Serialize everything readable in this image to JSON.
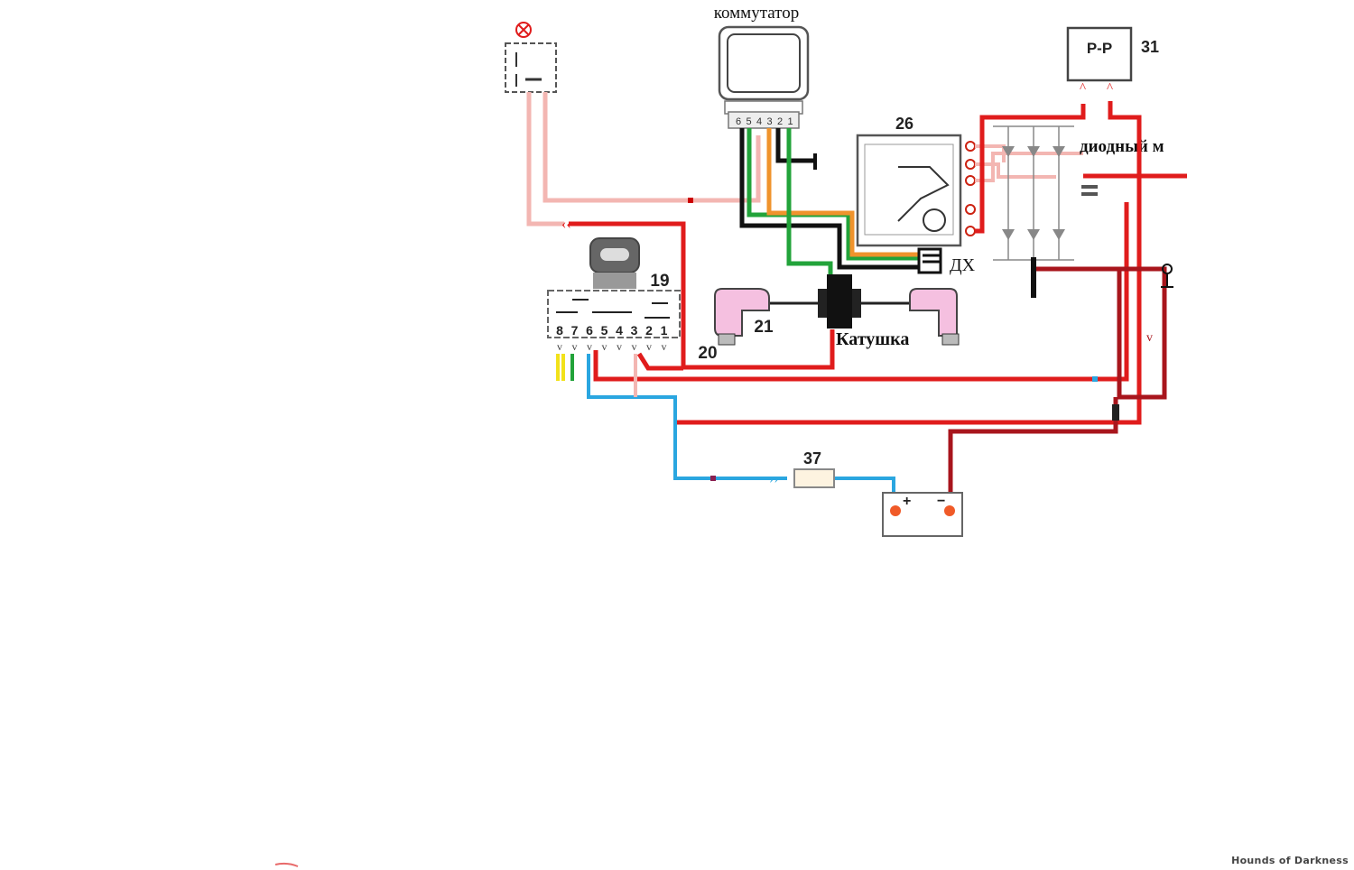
{
  "labels": {
    "commutator": "коммутатор",
    "regulator": "Р-Р",
    "regulator_num": "31",
    "generator_num": "26",
    "diode_block": "диодный м",
    "hall_sensor": "ДХ",
    "ignition_switch_num": "19",
    "coil": "Катушка",
    "coil_num": "21",
    "plug_num": "20",
    "fuse_num": "37",
    "battery_plus": "+",
    "battery_minus": "−"
  },
  "switch_pins": [
    "8",
    "7",
    "6",
    "5",
    "4",
    "3",
    "2",
    "1"
  ],
  "commutator_pins": [
    "6",
    "5",
    "4",
    "3",
    "2",
    "1"
  ],
  "watermark": "Hounds of Darkness",
  "wire_colors": {
    "red": "#e01c1c",
    "dark_red": "#a8151c",
    "pink": "#f3b6b2",
    "black": "#111111",
    "green": "#22a33a",
    "orange": "#f0932c",
    "blue": "#2aa6e0",
    "yellow": "#f2e21a"
  }
}
